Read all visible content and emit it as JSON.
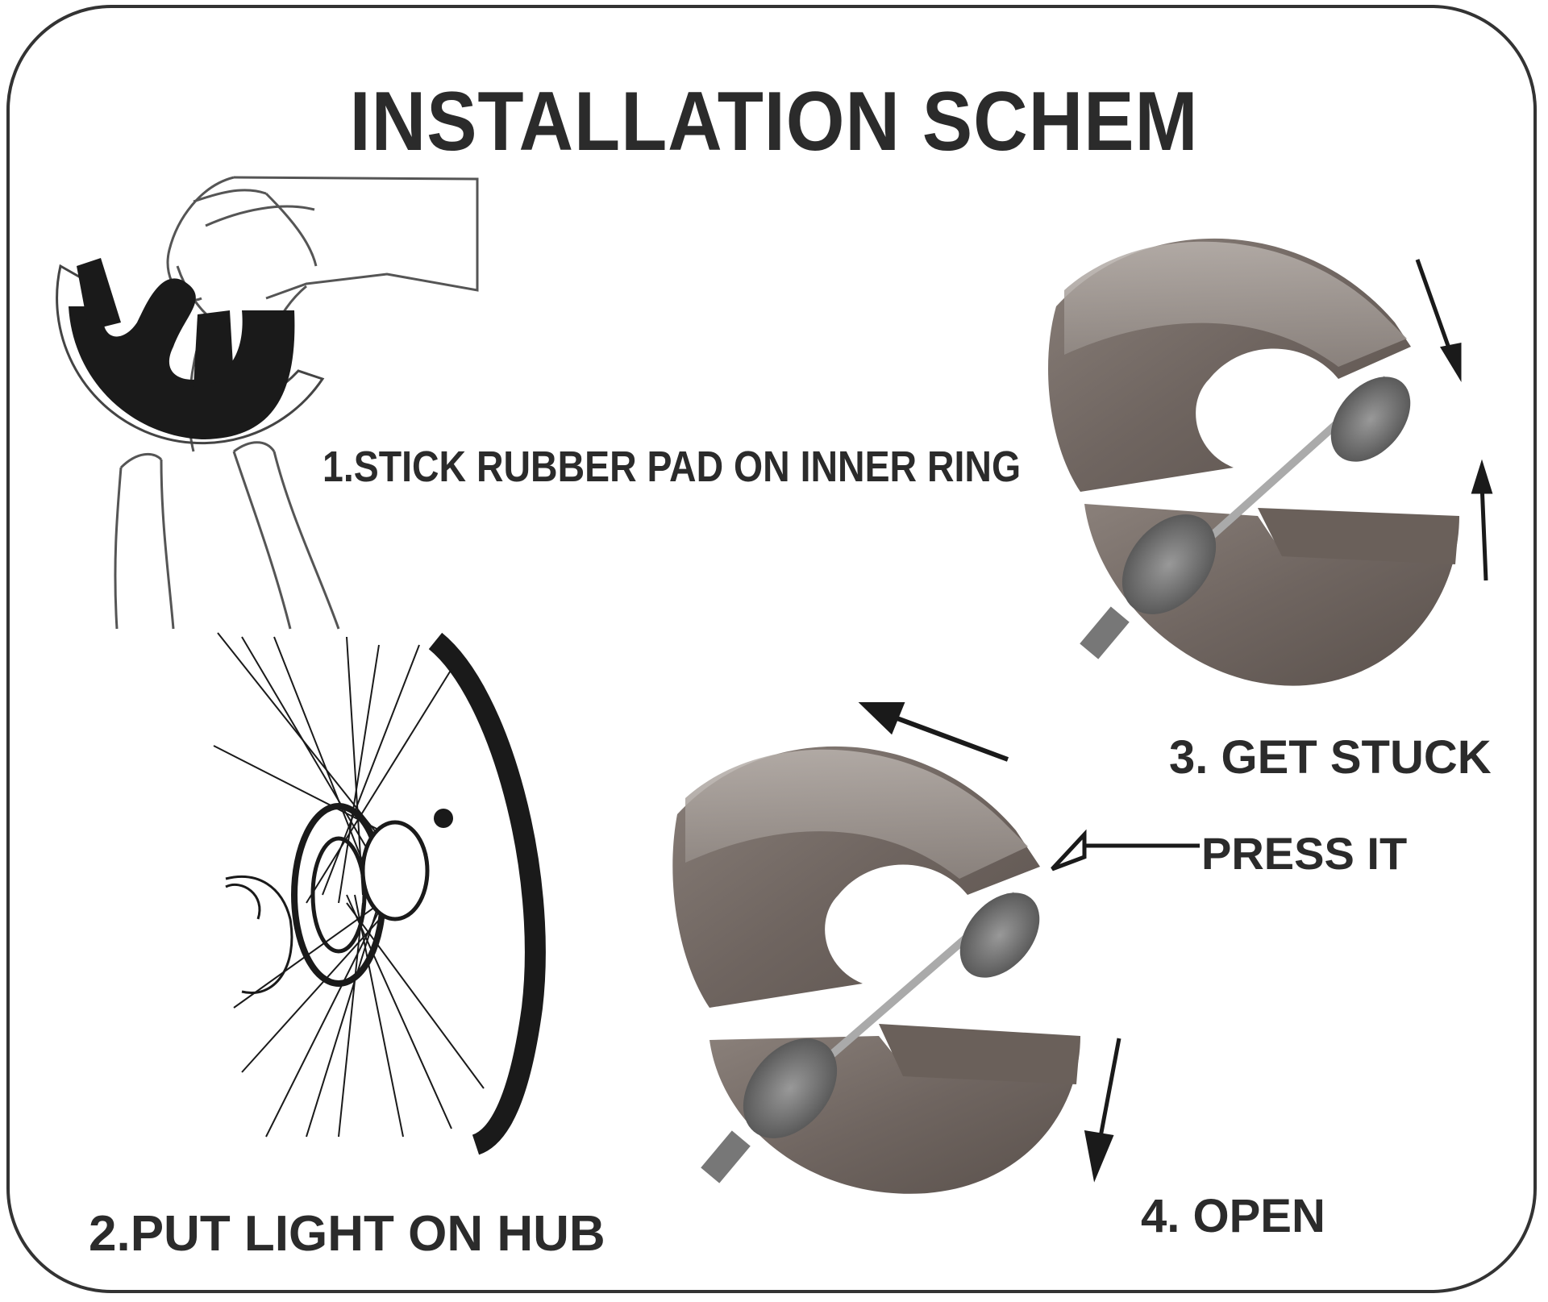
{
  "title": "INSTALLATION SCHEM",
  "steps": {
    "step1": "1.STICK RUBBER PAD ON INNER RING",
    "step2": "2.PUT LIGHT ON HUB",
    "step3": "3. GET STUCK",
    "step4": "4.  OPEN",
    "press": "PRESS IT"
  },
  "icons": [
    "hand-ring-illustration",
    "wheel-hub-illustration",
    "hub-light-closed-illustration",
    "hub-light-open-illustration",
    "arrow"
  ]
}
